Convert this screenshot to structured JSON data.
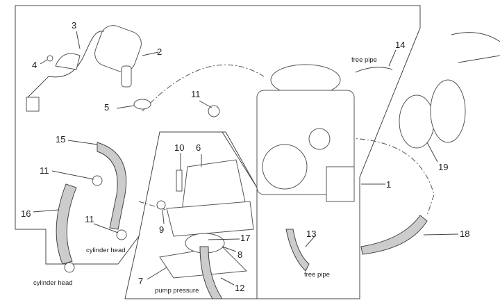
{
  "callouts": {
    "n1": "1",
    "n2": "2",
    "n3": "3",
    "n4": "4",
    "n5": "5",
    "n6": "6",
    "n7": "7",
    "n8": "8",
    "n9": "9",
    "n10": "10",
    "n11a": "11",
    "n11b": "11",
    "n11c": "11",
    "n12": "12",
    "n13": "13",
    "n14": "14",
    "n15": "15",
    "n16": "16",
    "n17": "17",
    "n18": "18",
    "n19": "19"
  },
  "notes": {
    "free_pipe_top": "free pipe",
    "free_pipe_bottom": "free pipe",
    "cylinder_head_1": "cylinder head",
    "cylinder_head_2": "cylinder head",
    "pump_pressure": "pump pressure"
  }
}
